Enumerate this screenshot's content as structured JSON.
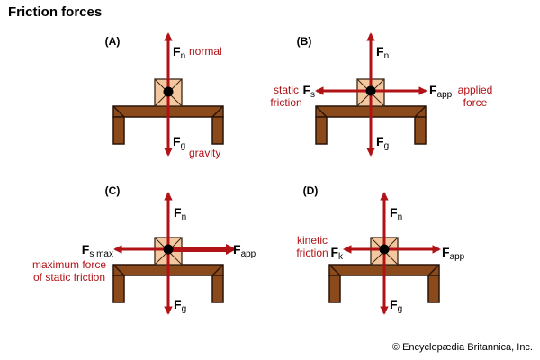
{
  "title": "Friction forces",
  "credit": "© Encyclopædia Britannica, Inc.",
  "colors": {
    "arrow": "#b01216",
    "annotation": "#b01216",
    "table": "#8b4a1c",
    "table_stroke": "#2b1408",
    "box_fill": "#f3c7a0",
    "box_stroke": "#3b2614"
  },
  "panels": [
    {
      "id": "A",
      "label": "(A)",
      "forces": [
        {
          "key": "normal",
          "symbol": "F",
          "subscript": "n",
          "annotation": [
            "normal"
          ]
        },
        {
          "key": "gravity",
          "symbol": "F",
          "subscript": "g",
          "annotation": [
            "gravity"
          ]
        }
      ]
    },
    {
      "id": "B",
      "label": "(B)",
      "forces": [
        {
          "key": "normal",
          "symbol": "F",
          "subscript": "n",
          "annotation": []
        },
        {
          "key": "gravity",
          "symbol": "F",
          "subscript": "g",
          "annotation": []
        },
        {
          "key": "friction",
          "symbol": "F",
          "subscript": "s",
          "annotation": [
            "static",
            "friction"
          ]
        },
        {
          "key": "applied",
          "symbol": "F",
          "subscript": "app",
          "annotation": [
            "applied",
            "force"
          ]
        }
      ]
    },
    {
      "id": "C",
      "label": "(C)",
      "forces": [
        {
          "key": "normal",
          "symbol": "F",
          "subscript": "n",
          "annotation": []
        },
        {
          "key": "gravity",
          "symbol": "F",
          "subscript": "g",
          "annotation": []
        },
        {
          "key": "friction",
          "symbol": "F",
          "subscript": "s max",
          "annotation": [
            "maximum force",
            "of static friction"
          ]
        },
        {
          "key": "applied",
          "symbol": "F",
          "subscript": "app",
          "annotation": []
        }
      ]
    },
    {
      "id": "D",
      "label": "(D)",
      "forces": [
        {
          "key": "normal",
          "symbol": "F",
          "subscript": "n",
          "annotation": []
        },
        {
          "key": "gravity",
          "symbol": "F",
          "subscript": "g",
          "annotation": []
        },
        {
          "key": "friction",
          "symbol": "F",
          "subscript": "k",
          "annotation": [
            "kinetic",
            "friction"
          ]
        },
        {
          "key": "applied",
          "symbol": "F",
          "subscript": "app",
          "annotation": []
        }
      ]
    }
  ]
}
